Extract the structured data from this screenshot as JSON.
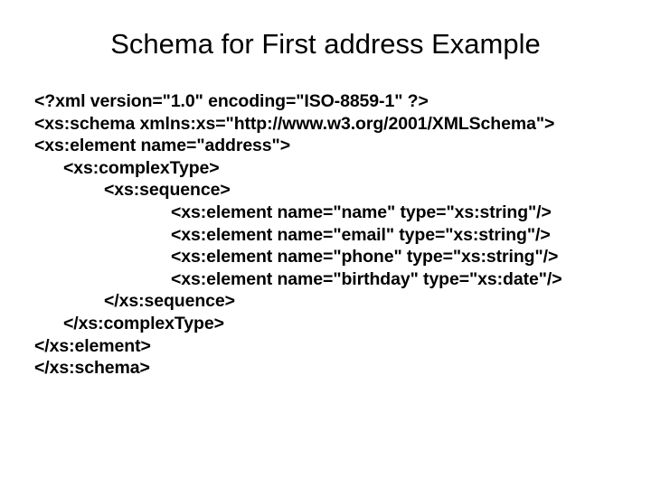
{
  "slide": {
    "title": "Schema for First address Example",
    "background_color": "#ffffff",
    "text_color": "#000000",
    "code_lines": [
      {
        "indent": 0,
        "text": "<?xml version=\"1.0\" encoding=\"ISO-8859-1\" ?>"
      },
      {
        "indent": 0,
        "text": "<xs:schema xmlns:xs=\"http://www.w3.org/2001/XMLSchema\">"
      },
      {
        "indent": 0,
        "text": "<xs:element name=\"address\">"
      },
      {
        "indent": 1,
        "text": "<xs:complexType>"
      },
      {
        "indent": 2,
        "text": "<xs:sequence>"
      },
      {
        "indent": 3,
        "text": "<xs:element name=\"name\" type=\"xs:string\"/>"
      },
      {
        "indent": 3,
        "text": "<xs:element name=\"email\" type=\"xs:string\"/>"
      },
      {
        "indent": 3,
        "text": "<xs:element name=\"phone\" type=\"xs:string\"/>"
      },
      {
        "indent": 3,
        "text": "<xs:element name=\"birthday\" type=\"xs:date\"/>"
      },
      {
        "indent": 2,
        "text": "</xs:sequence>"
      },
      {
        "indent": 1,
        "text": "</xs:complexType>"
      },
      {
        "indent": 0,
        "text": "</xs:element>"
      },
      {
        "indent": 0,
        "text": "</xs:schema>"
      }
    ]
  }
}
